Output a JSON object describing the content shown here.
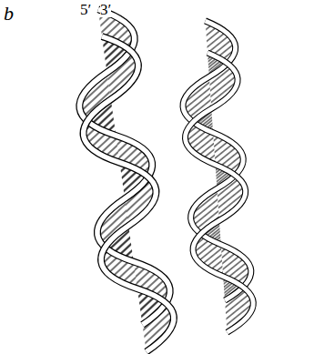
{
  "diagram": {
    "labels": [
      "b",
      "5′",
      "3′"
    ]
  }
}
